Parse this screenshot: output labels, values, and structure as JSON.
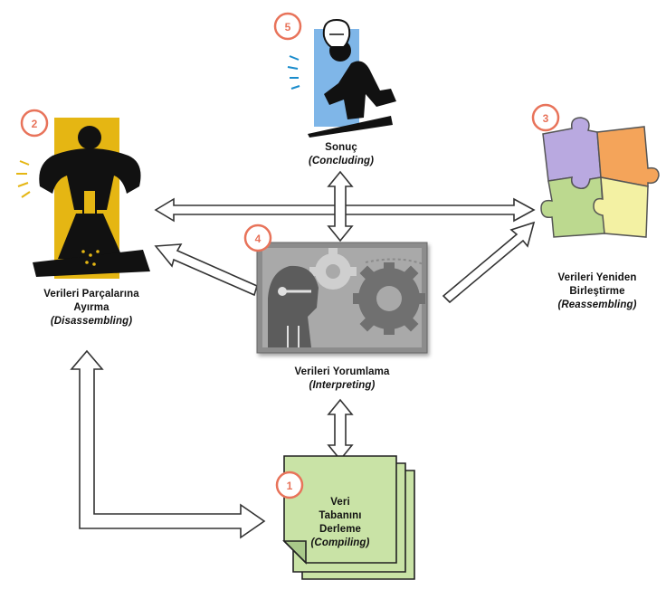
{
  "steps": {
    "concluding": {
      "number": "5",
      "tr": "Sonuç",
      "en": "(Concluding)"
    },
    "disassembling": {
      "number": "2",
      "tr_line1": "Verileri Parçalarına",
      "tr_line2": "Ayırma",
      "en": "(Disassembling)"
    },
    "reassembling": {
      "number": "3",
      "tr_line1": "Verileri Yeniden",
      "tr_line2": "Birleştirme",
      "en": "(Reassembling)"
    },
    "interpreting": {
      "number": "4",
      "tr": "Verileri Yorumlama",
      "en": "(Interpreting)"
    },
    "compiling": {
      "number": "1",
      "tr_line1": "Veri",
      "tr_line2": "Tabanını",
      "tr_line3": "Derleme",
      "en": "(Compiling)"
    }
  },
  "colors": {
    "badge_border": "#e8735a",
    "badge_text": "#e8735a",
    "yellow": "#e5b613",
    "blue": "#7fb6e8",
    "green_doc": "#c9e3a6",
    "puzzle_purple": "#b9a9e0",
    "puzzle_orange": "#f4a45a",
    "puzzle_green": "#bcd98f",
    "puzzle_yellow": "#f3f1a3"
  }
}
